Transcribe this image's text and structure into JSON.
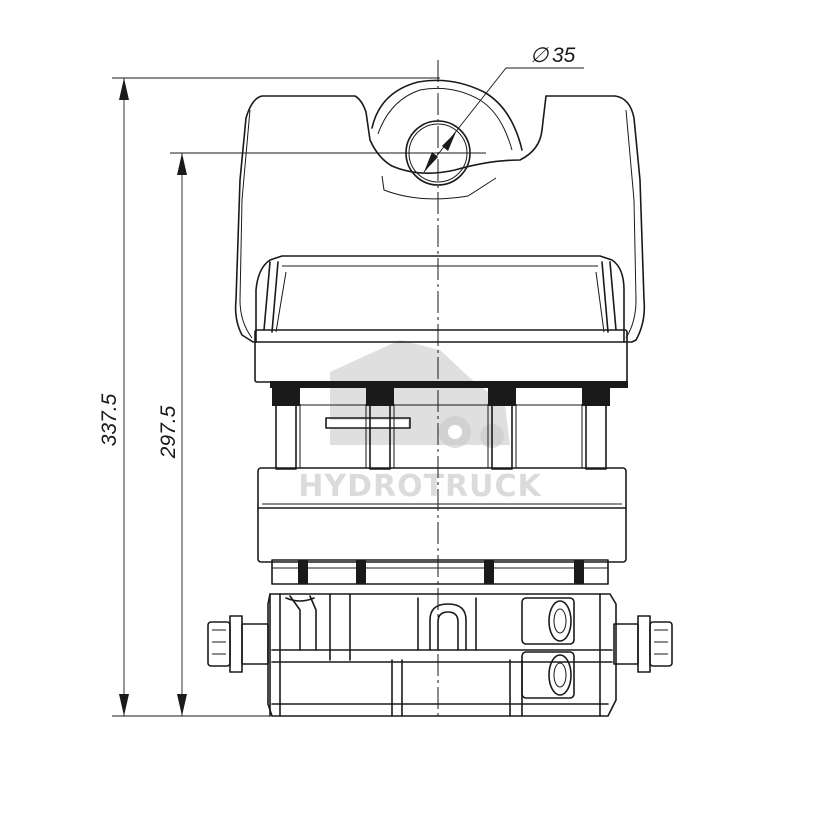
{
  "dimensions": {
    "overall_height": "337.5",
    "flange_height": "297.5",
    "pin_diameter_symbol": "∅",
    "pin_diameter": "35"
  },
  "watermark": {
    "text": "HYDROTRUCK",
    "icon": "truck-logo-icon"
  }
}
